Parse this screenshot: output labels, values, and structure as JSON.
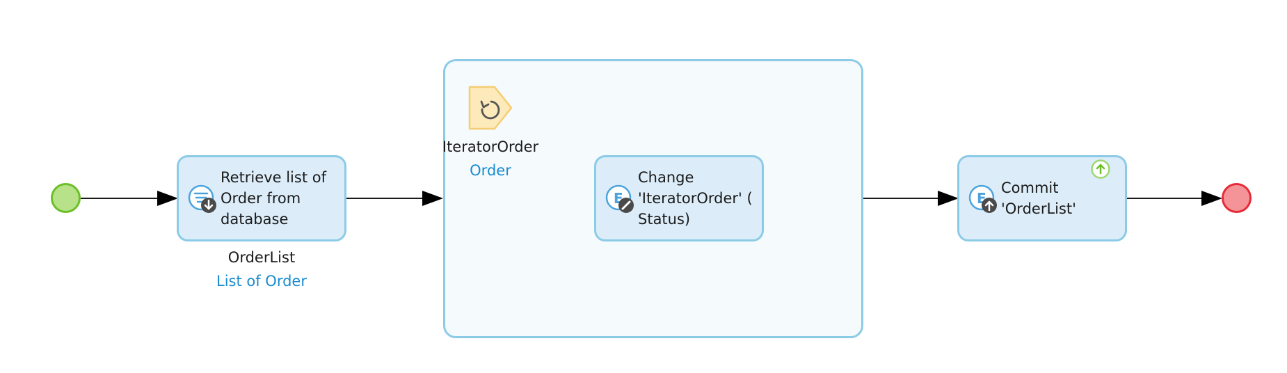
{
  "diagram": {
    "start_event": {
      "name": "start-event"
    },
    "end_event": {
      "name": "end-event"
    },
    "retrieve": {
      "label": "Retrieve list of Order from database",
      "output_name": "OrderList",
      "output_type": "List of Order",
      "icon": "retrieve-icon"
    },
    "loop": {
      "iterator_name": "IteratorOrder",
      "iterator_type": "Order",
      "icon": "loop-iterator-icon",
      "change": {
        "label": "Change 'IteratorOrder' ( Status)",
        "icon": "change-object-icon"
      }
    },
    "commit": {
      "label": "Commit 'OrderList'",
      "icon": "commit-object-icon",
      "flag_icon": "commit-with-events-icon"
    },
    "colors": {
      "activity_fill": "#dcedf9",
      "activity_border": "#8ccbe6",
      "loop_fill": "#f5fafd",
      "type_text": "#1a8bd0",
      "start_fill": "#b7e28a",
      "start_border": "#6cbf26",
      "end_fill": "#f49499",
      "end_border": "#e52b38",
      "iterator_fill": "#fdeabb",
      "iterator_border": "#f5cd73"
    }
  }
}
